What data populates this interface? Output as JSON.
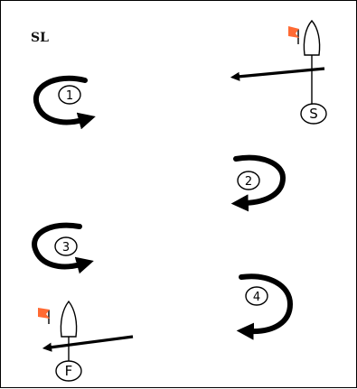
{
  "title": "SL",
  "start_mark": {
    "label": "S"
  },
  "finish_mark": {
    "label": "F"
  },
  "marks": [
    {
      "number": "1",
      "rounding": "counterclockwise"
    },
    {
      "number": "2",
      "rounding": "clockwise"
    },
    {
      "number": "3",
      "rounding": "counterclockwise"
    },
    {
      "number": "4",
      "rounding": "clockwise"
    }
  ],
  "colors": {
    "flag": "#ff6a33",
    "line": "#000000",
    "background": "#ffffff"
  }
}
